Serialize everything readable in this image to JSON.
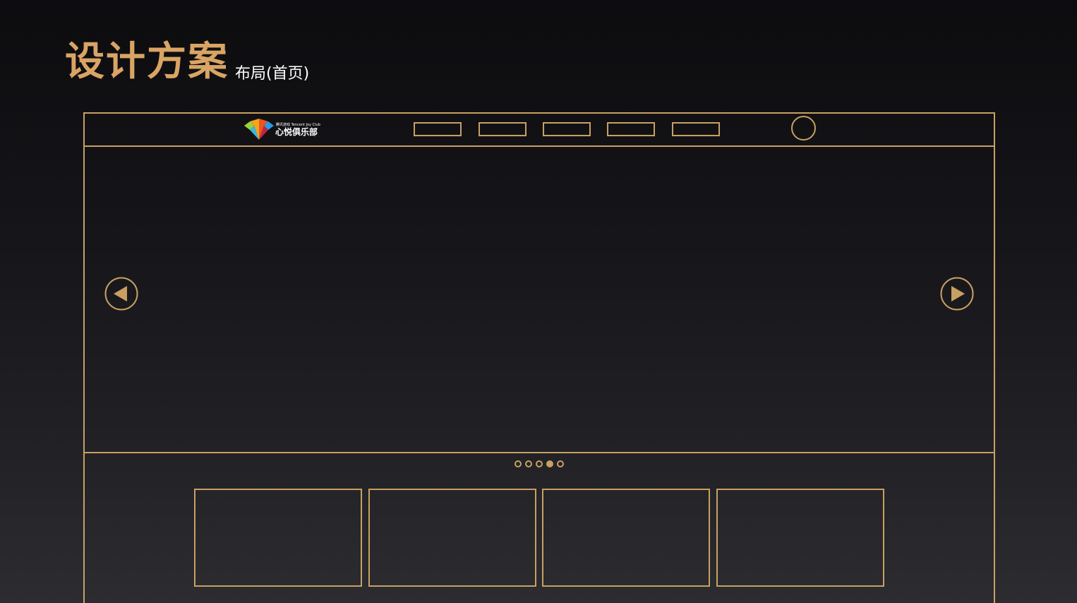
{
  "page": {
    "title": "设计方案",
    "subtitle": "布局(首页)"
  },
  "header": {
    "logo_small_text": "腾讯游戏 Tencent Joy Club",
    "logo_text": "心悦俱乐部",
    "nav_items": [
      "",
      "",
      "",
      "",
      ""
    ],
    "avatar": "avatar-placeholder"
  },
  "banner": {
    "prev_icon": "triangle-left-icon",
    "next_icon": "triangle-right-icon"
  },
  "pagination": {
    "count": 5,
    "active_index": 3
  },
  "cards": [
    "",
    "",
    "",
    ""
  ],
  "colors": {
    "accent": "#c9a062",
    "title": "#d9a464",
    "background_top": "#0c0c0f",
    "background_bottom": "#2c2c31"
  }
}
